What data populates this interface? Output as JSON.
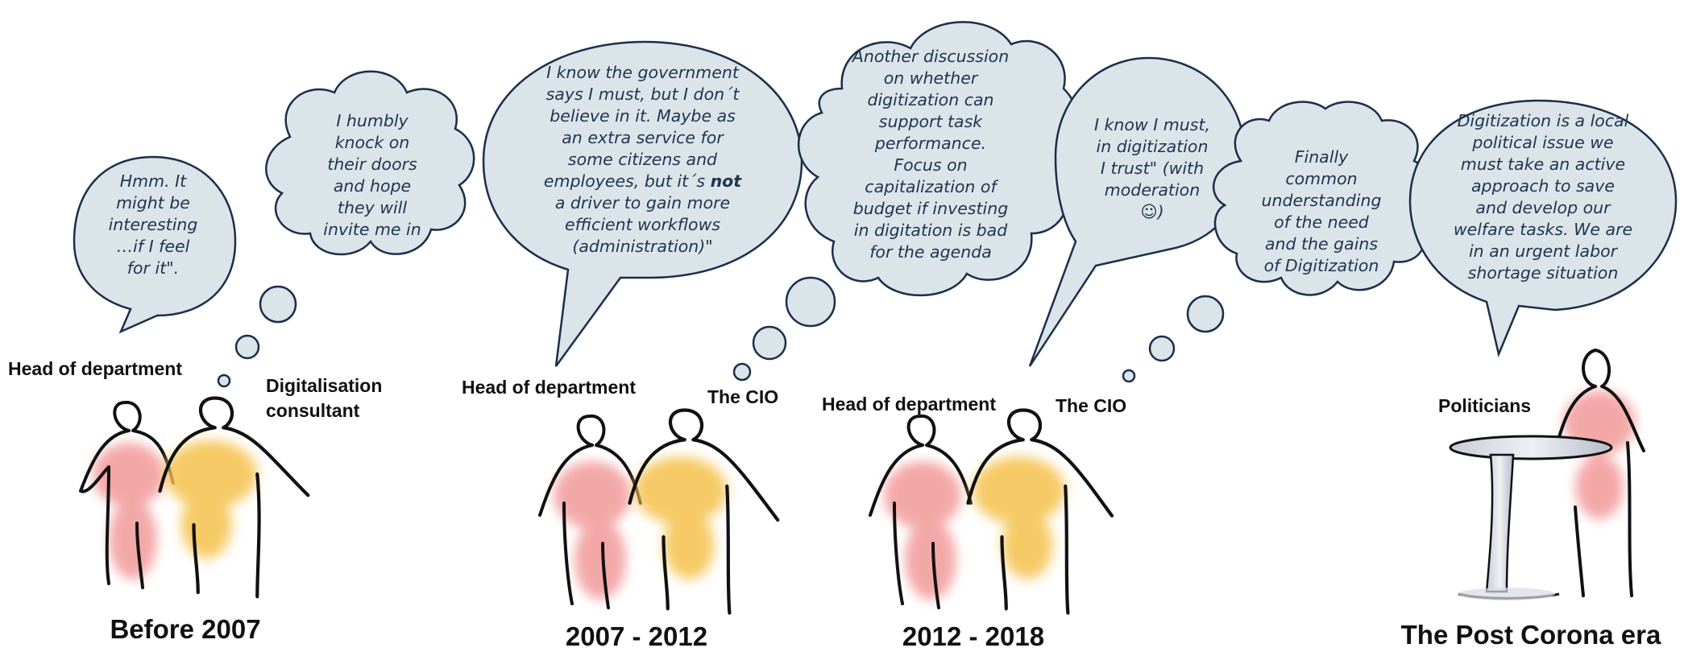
{
  "quotes": {
    "q1": "Hmm. It\nmight be\ninteresting\n…if I feel\nfor it\".",
    "q2": "I humbly\nknock on\ntheir doors\nand hope\nthey will\ninvite me in",
    "q3_part1": "I know the government\nsays I must, but I don´t\nbelieve in it. Maybe as\nan extra service for\nsome citizens and\nemployees, but it´s ",
    "q3_bold": "not",
    "q3_part2": "\na driver to gain more\nefficient workflows\n(administration)\"",
    "q4": "Another discussion\non whether\ndigitization can\nsupport task\nperformance.\nFocus on\ncapitalization of\nbudget if investing\nin digitation is  bad\nfor the agenda",
    "q5": "I know I must,\nin digitization\nI trust\" (with\nmoderation\n☺)",
    "q6": "Finally\ncommon\nunderstanding\nof the need\nand the gains\nof Digitization",
    "q7": "Digitization is a local\npolitical issue we\nmust take an active\napproach to save\nand develop our\nwelfare tasks. We are\nin an urgent labor\nshortage situation"
  },
  "roles": {
    "r1": "Head of department",
    "r2": "Digitalisation\nconsultant",
    "r3": "Head of department",
    "r4": "The CIO",
    "r5": "Head of department",
    "r6": "The CIO",
    "r7": "Politicians"
  },
  "eras": {
    "e1": "Before 2007",
    "e2": "2007 - 2012",
    "e3": "2012 - 2018",
    "e4": "The Post Corona era"
  },
  "colors": {
    "bubble_fill": "#dbe4e9",
    "bubble_stroke": "#1b2e4a",
    "figure_pink": "#f29a9a",
    "figure_yellow": "#f5c455",
    "outline": "#111111"
  }
}
